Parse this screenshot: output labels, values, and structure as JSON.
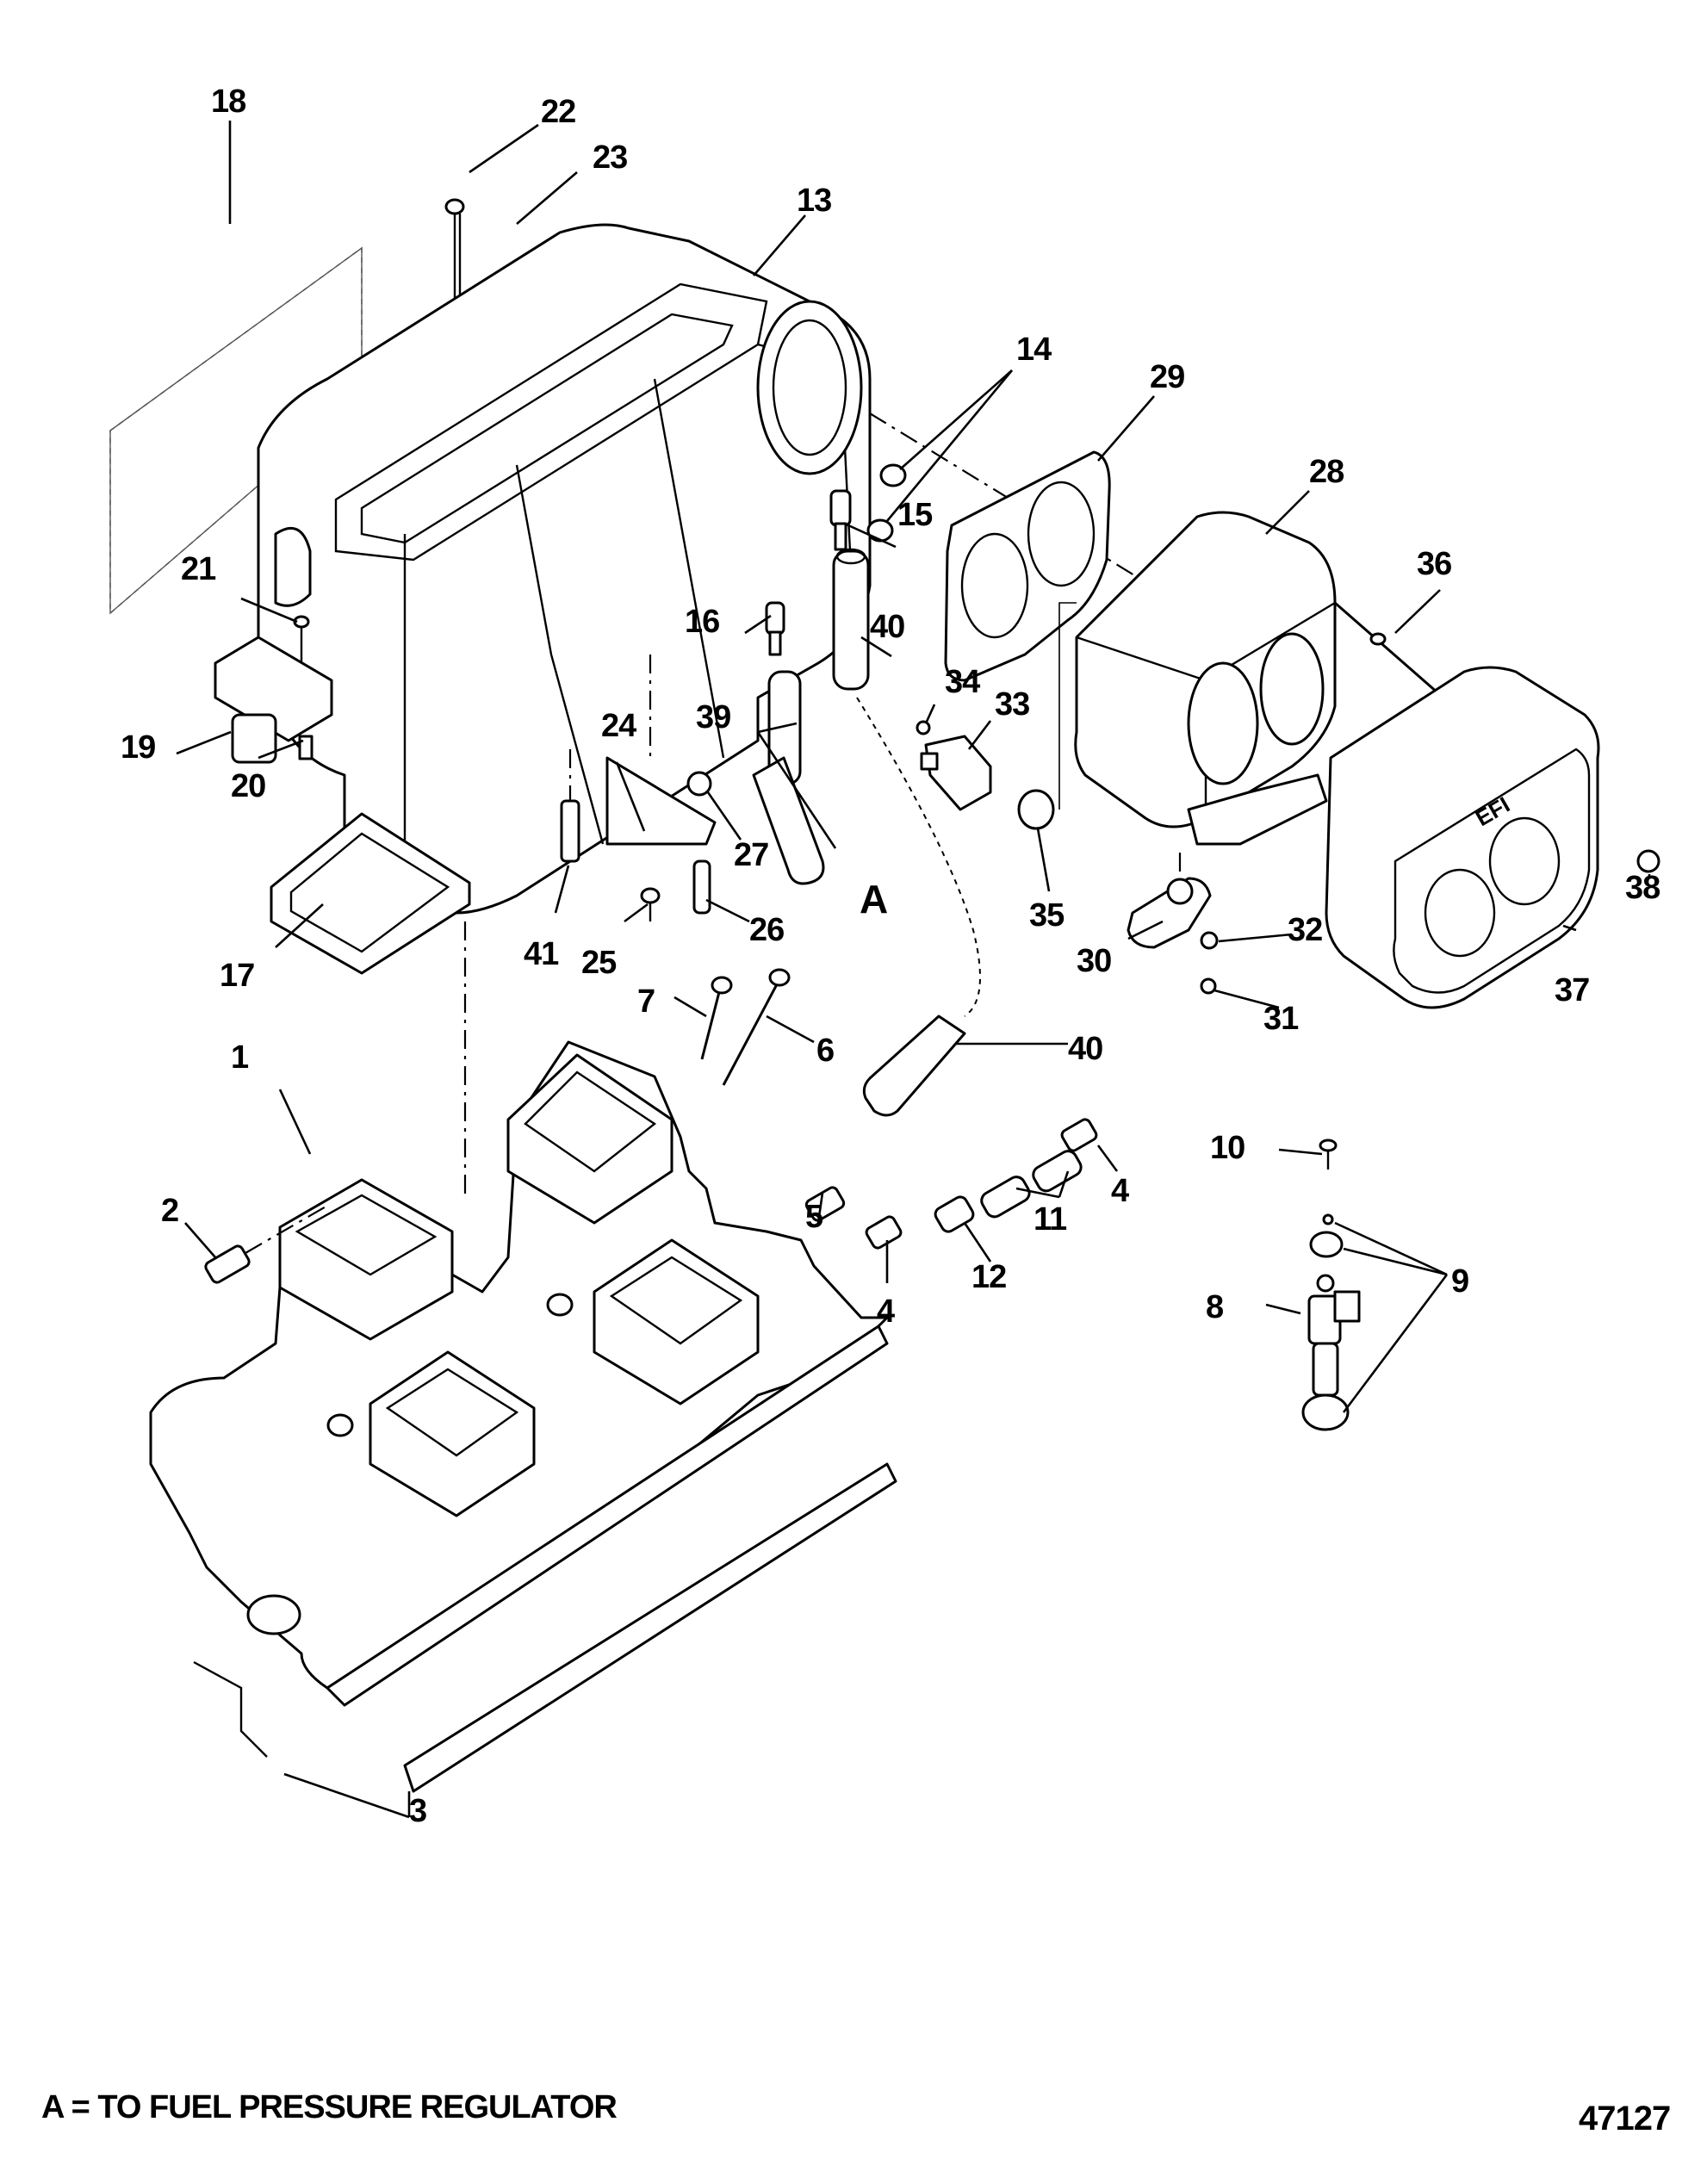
{
  "diagram": {
    "type": "exploded-parts-view",
    "subject": "EFI intake manifold and plenum assembly",
    "footnote": "A = TO FUEL PRESSURE REGULATOR",
    "figure_id": "47127",
    "flow_marker": "A",
    "callouts": [
      {
        "id": "c18",
        "label": "18",
        "part": "decal"
      },
      {
        "id": "c22",
        "label": "22",
        "part": "long-bolt"
      },
      {
        "id": "c23",
        "label": "23",
        "part": "long-bolt"
      },
      {
        "id": "c13",
        "label": "13",
        "part": "plenum"
      },
      {
        "id": "c14",
        "label": "14",
        "part": "plug"
      },
      {
        "id": "c29",
        "label": "29",
        "part": "throttle-body-gasket"
      },
      {
        "id": "c28",
        "label": "28",
        "part": "throttle-body"
      },
      {
        "id": "c15",
        "label": "15",
        "part": "fitting"
      },
      {
        "id": "c36",
        "label": "36",
        "part": "stud"
      },
      {
        "id": "c21",
        "label": "21",
        "part": "screw"
      },
      {
        "id": "c16",
        "label": "16",
        "part": "fitting"
      },
      {
        "id": "c40a",
        "label": "40",
        "part": "hose"
      },
      {
        "id": "c34",
        "label": "34",
        "part": "screw"
      },
      {
        "id": "c33",
        "label": "33",
        "part": "idle-air-control-valve"
      },
      {
        "id": "c39",
        "label": "39",
        "part": "hose"
      },
      {
        "id": "c24",
        "label": "24",
        "part": "bracket"
      },
      {
        "id": "c19",
        "label": "19",
        "part": "sensor"
      },
      {
        "id": "c20",
        "label": "20",
        "part": "spacer"
      },
      {
        "id": "c27",
        "label": "27",
        "part": "nut"
      },
      {
        "id": "c35",
        "label": "35",
        "part": "o-ring"
      },
      {
        "id": "c41",
        "label": "41",
        "part": "sensor"
      },
      {
        "id": "c25",
        "label": "25",
        "part": "screw"
      },
      {
        "id": "c26",
        "label": "26",
        "part": "bolt"
      },
      {
        "id": "c17",
        "label": "17",
        "part": "plenum-gasket"
      },
      {
        "id": "c30",
        "label": "30",
        "part": "throttle-position-sensor"
      },
      {
        "id": "c32",
        "label": "32",
        "part": "washer"
      },
      {
        "id": "c38",
        "label": "38",
        "part": "nut"
      },
      {
        "id": "c37",
        "label": "37",
        "part": "flame-arrestor-cover"
      },
      {
        "id": "c31",
        "label": "31",
        "part": "screw"
      },
      {
        "id": "c7",
        "label": "7",
        "part": "bolt"
      },
      {
        "id": "c6",
        "label": "6",
        "part": "bolt"
      },
      {
        "id": "c40b",
        "label": "40",
        "part": "hose"
      },
      {
        "id": "c1",
        "label": "1",
        "part": "intake-manifold"
      },
      {
        "id": "c10",
        "label": "10",
        "part": "screw"
      },
      {
        "id": "c4a",
        "label": "4",
        "part": "fitting"
      },
      {
        "id": "c5",
        "label": "5",
        "part": "fitting"
      },
      {
        "id": "c11",
        "label": "11",
        "part": "hose"
      },
      {
        "id": "c12",
        "label": "12",
        "part": "clamp"
      },
      {
        "id": "c4b",
        "label": "4",
        "part": "fitting"
      },
      {
        "id": "c9",
        "label": "9",
        "part": "o-ring-kit"
      },
      {
        "id": "c2",
        "label": "2",
        "part": "temperature-sender"
      },
      {
        "id": "c8",
        "label": "8",
        "part": "fuel-injector"
      },
      {
        "id": "c3",
        "label": "3",
        "part": "manifold-gasket"
      }
    ]
  }
}
